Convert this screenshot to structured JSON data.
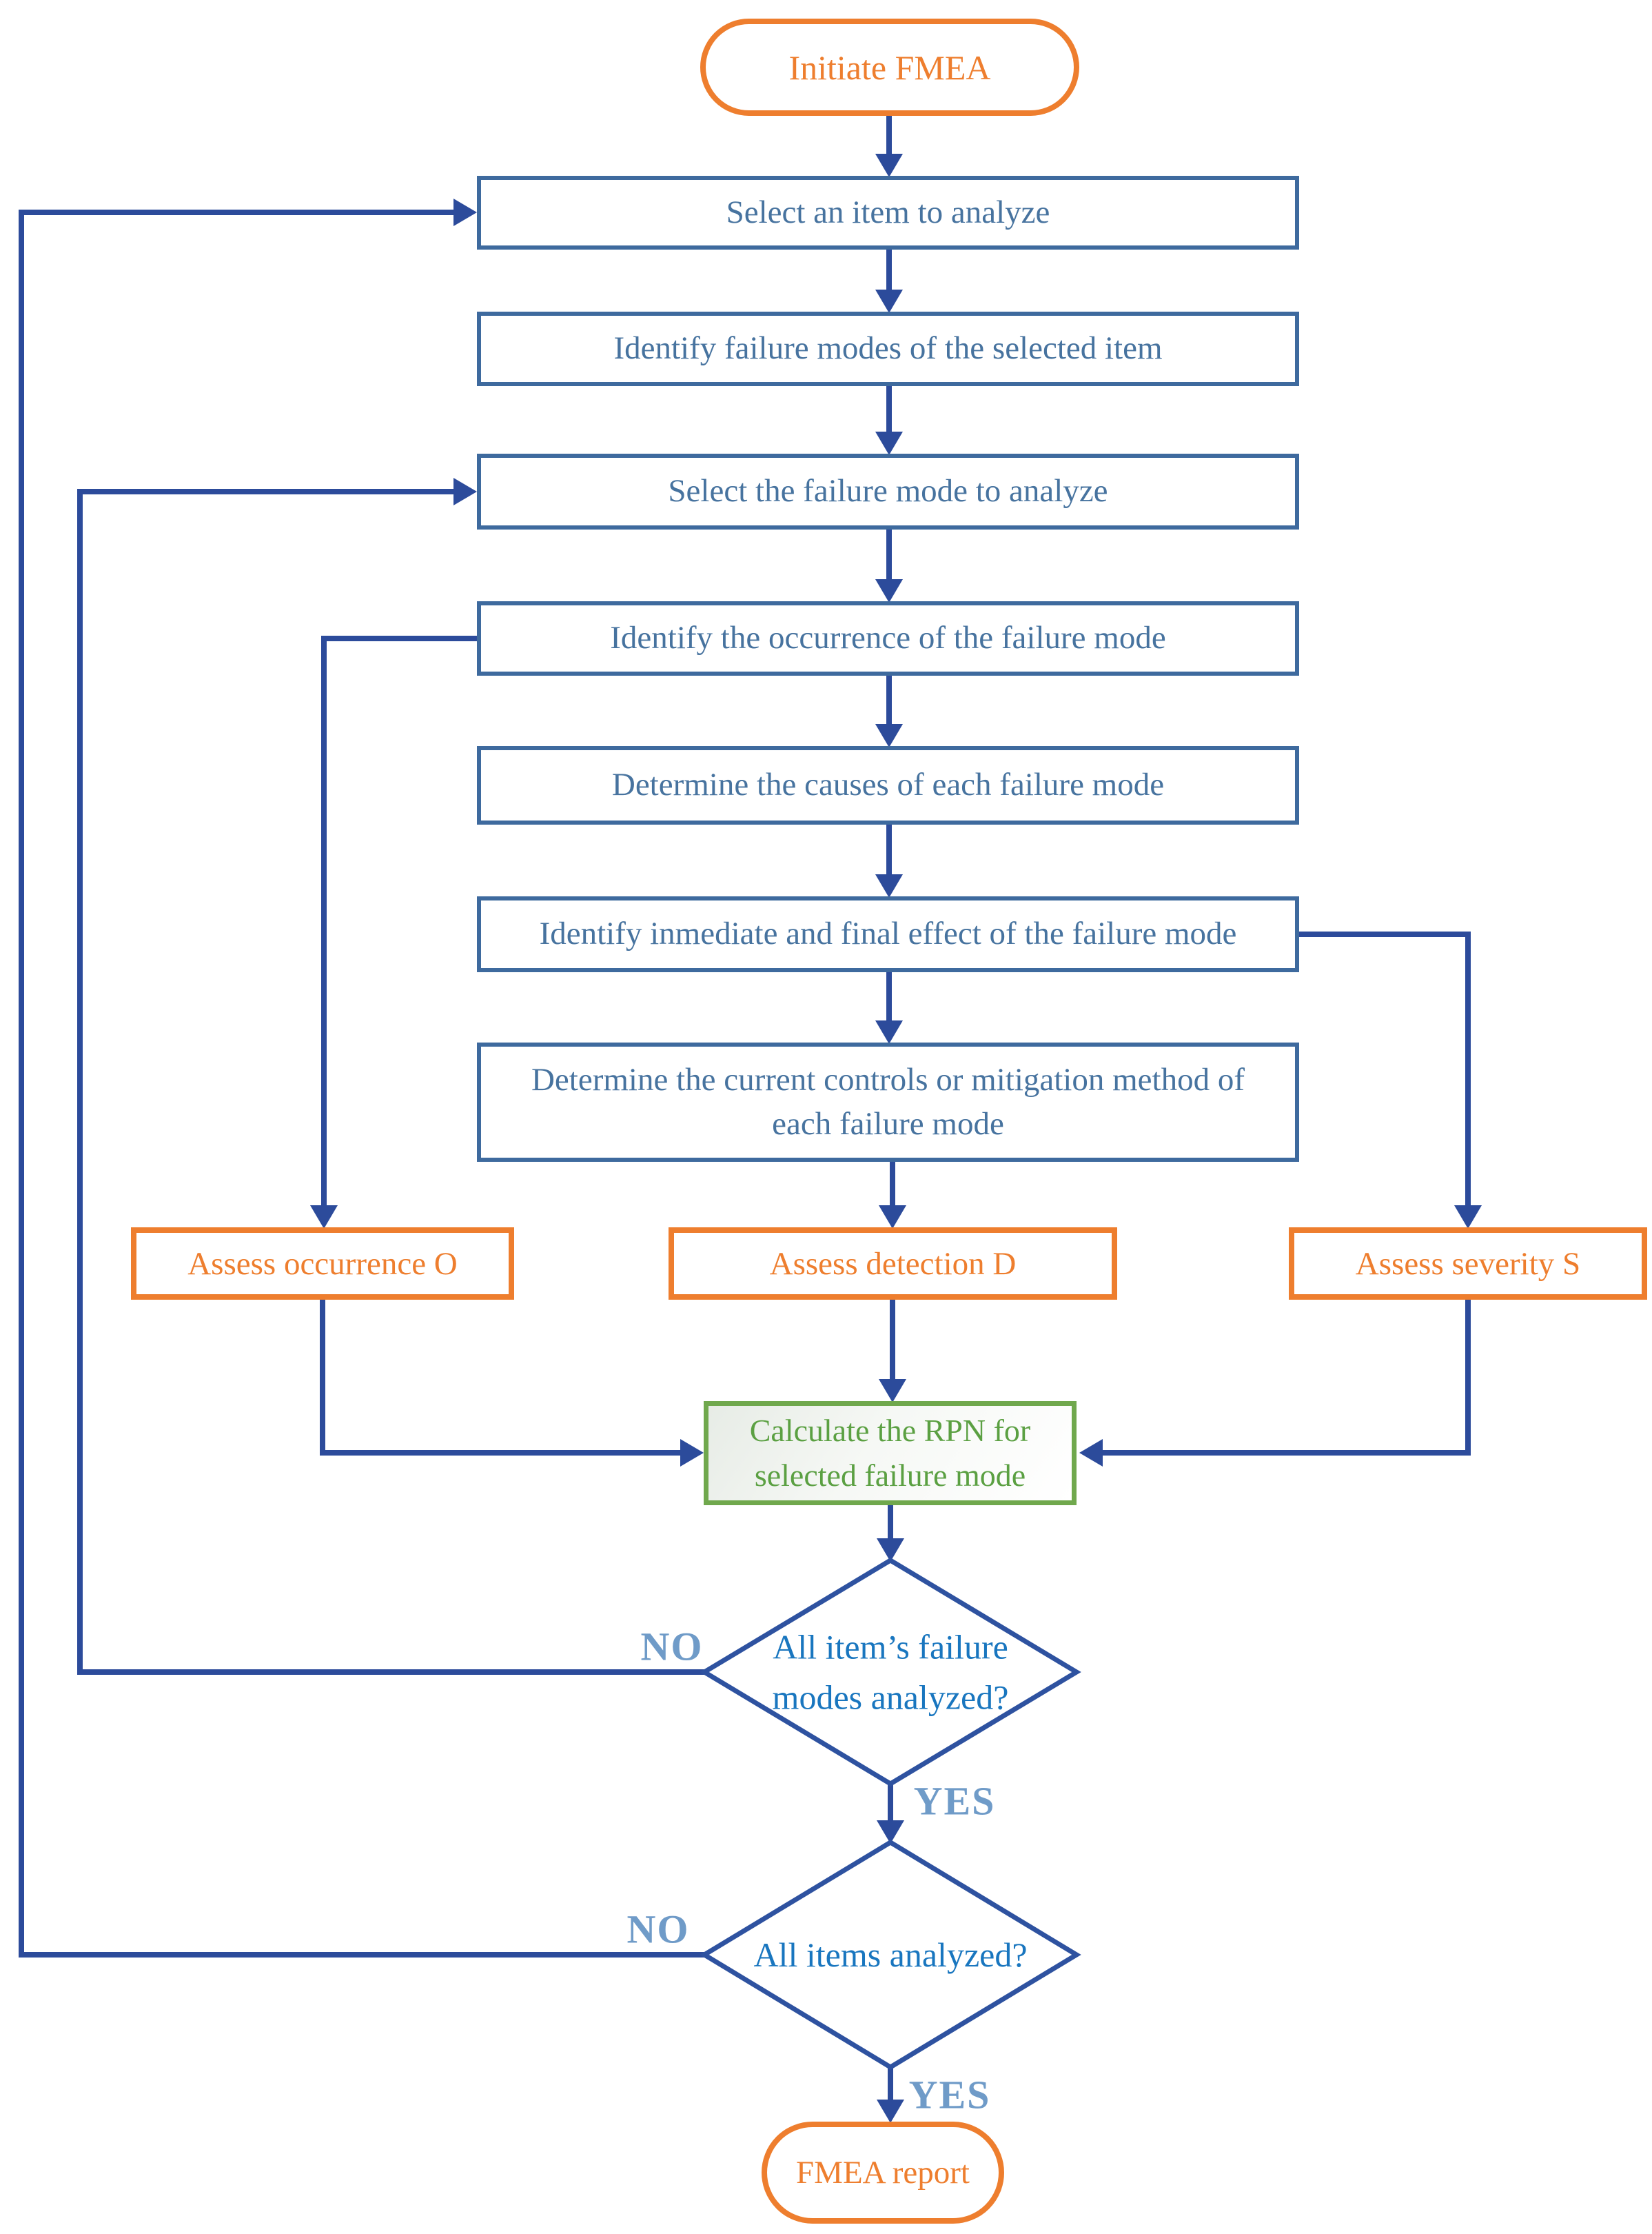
{
  "nodes": {
    "start": {
      "label": "Initiate FMEA"
    },
    "select_item": {
      "label": "Select an item to analyze"
    },
    "identify_failure_modes": {
      "label": "Identify failure modes of the selected item"
    },
    "select_failure_mode": {
      "label": "Select the failure mode to analyze"
    },
    "identify_occurrence": {
      "label": "Identify the occurrence of the failure mode"
    },
    "determine_causes": {
      "label": "Determine the causes of each failure mode"
    },
    "identify_effects": {
      "label": "Identify inmediate and final effect of the failure mode"
    },
    "determine_controls": {
      "label": "Determine the current controls or mitigation method of\neach failure mode"
    },
    "assess_occurrence": {
      "label": "Assess occurrence O"
    },
    "assess_detection": {
      "label": "Assess detection D"
    },
    "assess_severity": {
      "label": "Assess severity S"
    },
    "calculate_rpn": {
      "label": "Calculate the RPN for\nselected failure mode"
    },
    "all_failure_modes_analyzed": {
      "label": "All item’s failure\nmodes analyzed?"
    },
    "all_items_analyzed": {
      "label": "All items analyzed?"
    },
    "report": {
      "label": "FMEA report"
    }
  },
  "edge_labels": {
    "failure_modes_no": "NO",
    "failure_modes_yes": "YES",
    "items_no": "NO",
    "items_yes": "YES"
  },
  "colors": {
    "process_border": "#3e6a9e",
    "process_text": "#47739f",
    "terminator_orange": "#ee7e2e",
    "rpn_green_border": "#70a84d",
    "rpn_green_text": "#5ba042",
    "connector_blue": "#2c4b9b",
    "decision_text_blue": "#1976bf",
    "edge_label_blue": "#6f9bc8"
  }
}
